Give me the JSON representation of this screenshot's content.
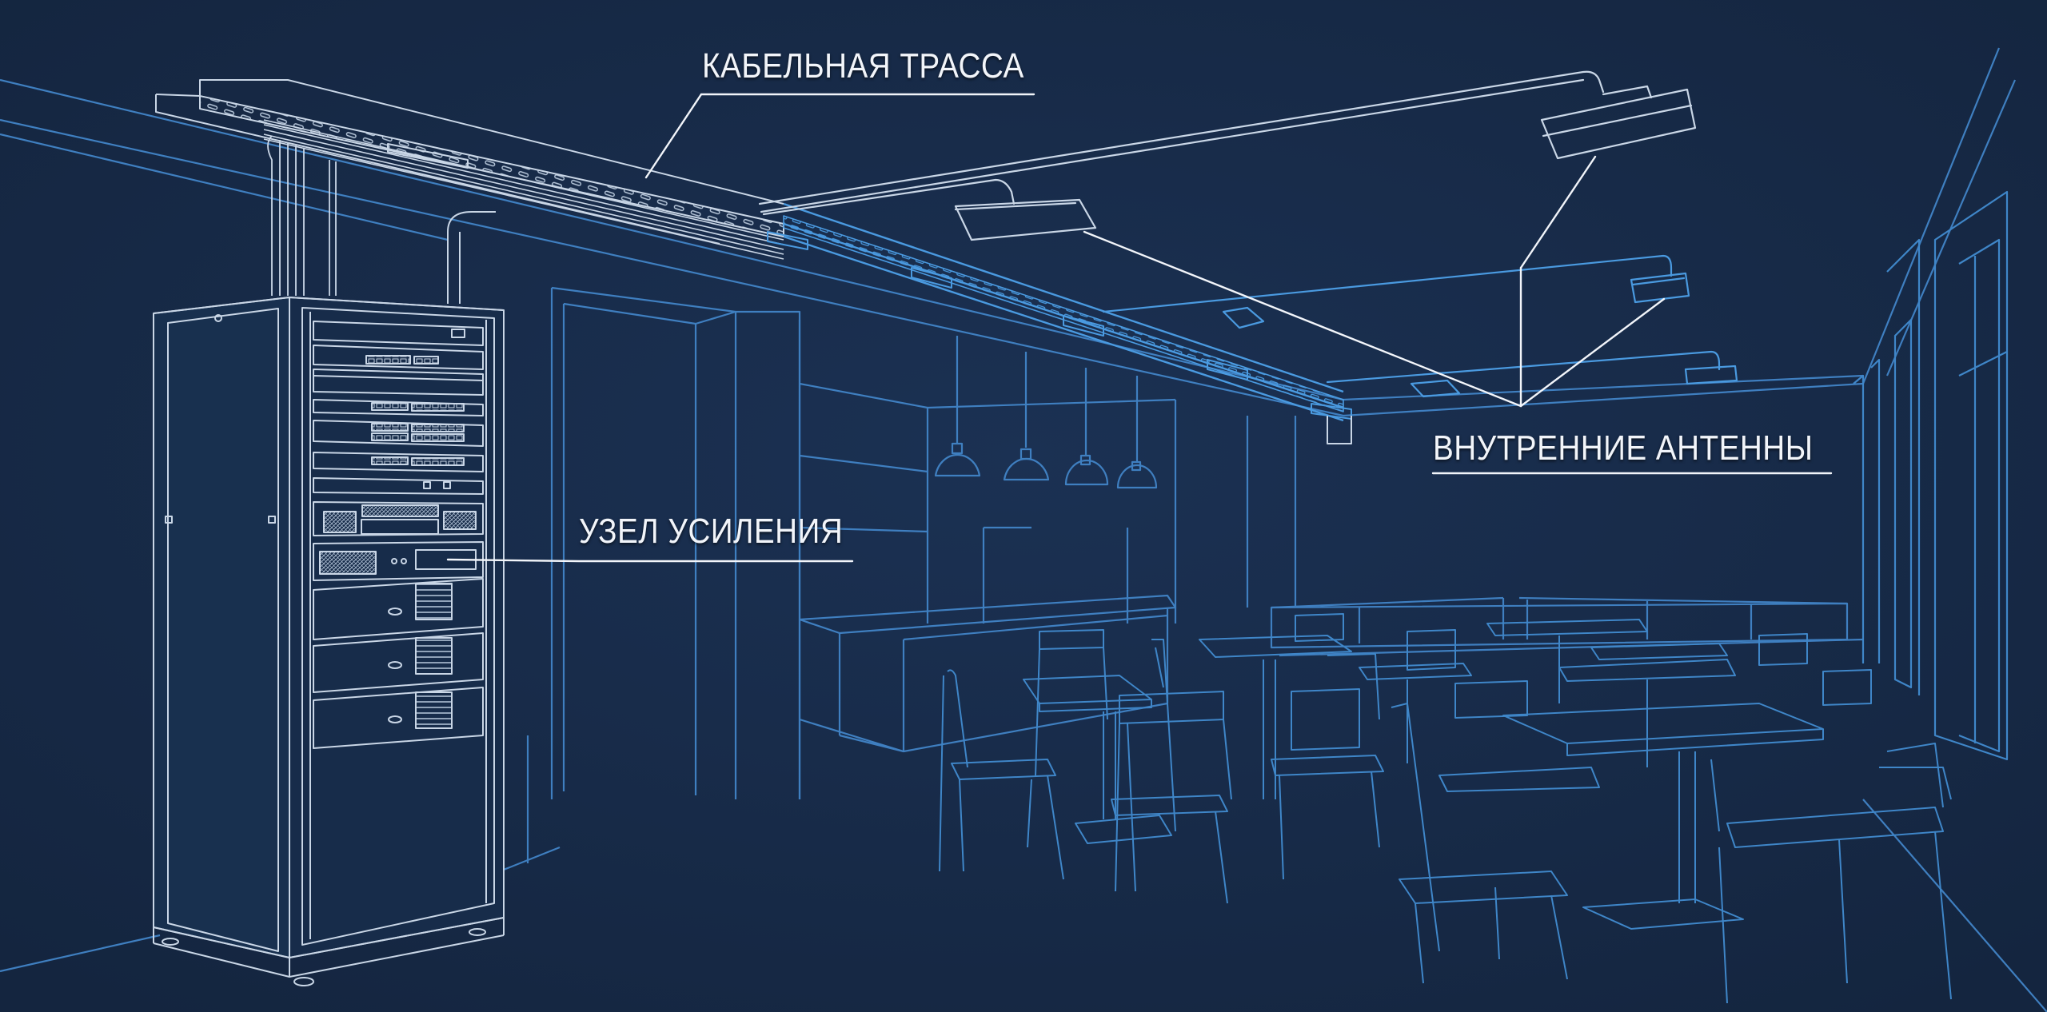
{
  "diagram": {
    "type": "annotated-technical-illustration",
    "style": "blueprint line drawing on dark navy background",
    "scene": "Cafe / restaurant interior with an indoor signal amplification system (DAS)",
    "colors": {
      "background": "#172a48",
      "line_white": "#c9d6e6",
      "line_blue": "#3f86c8",
      "line_blue_bright": "#4a9ae0",
      "label_text": "#f2f5fa",
      "callout_line": "#f2f5fa"
    },
    "labels": [
      {
        "id": "cable-route",
        "text": "КАБЕЛЬНАЯ ТРАССА",
        "points_to": "ceiling cable tray"
      },
      {
        "id": "indoor-antennas",
        "text": "ВНУТРЕННИЕ АНТЕННЫ",
        "points_to": "ceiling-mounted antennas"
      },
      {
        "id": "amplification-node",
        "text": "УЗЕЛ УСИЛЕНИЯ",
        "points_to": "equipment rack (amplifier unit)"
      }
    ],
    "elements": {
      "rack": {
        "description": "19-inch equipment cabinet with switches, patch panels, amplifier and UPS units"
      },
      "cable_tray": {
        "description": "Perforated cable tray running along the ceiling"
      },
      "antennas": {
        "count": 6,
        "description": "Ceiling antennas connected via cable branches"
      },
      "pendant_lamps": {
        "count": 4
      },
      "furniture": {
        "description": "Bar counter, tables and chairs, booth seating, windows on the right wall"
      }
    }
  }
}
